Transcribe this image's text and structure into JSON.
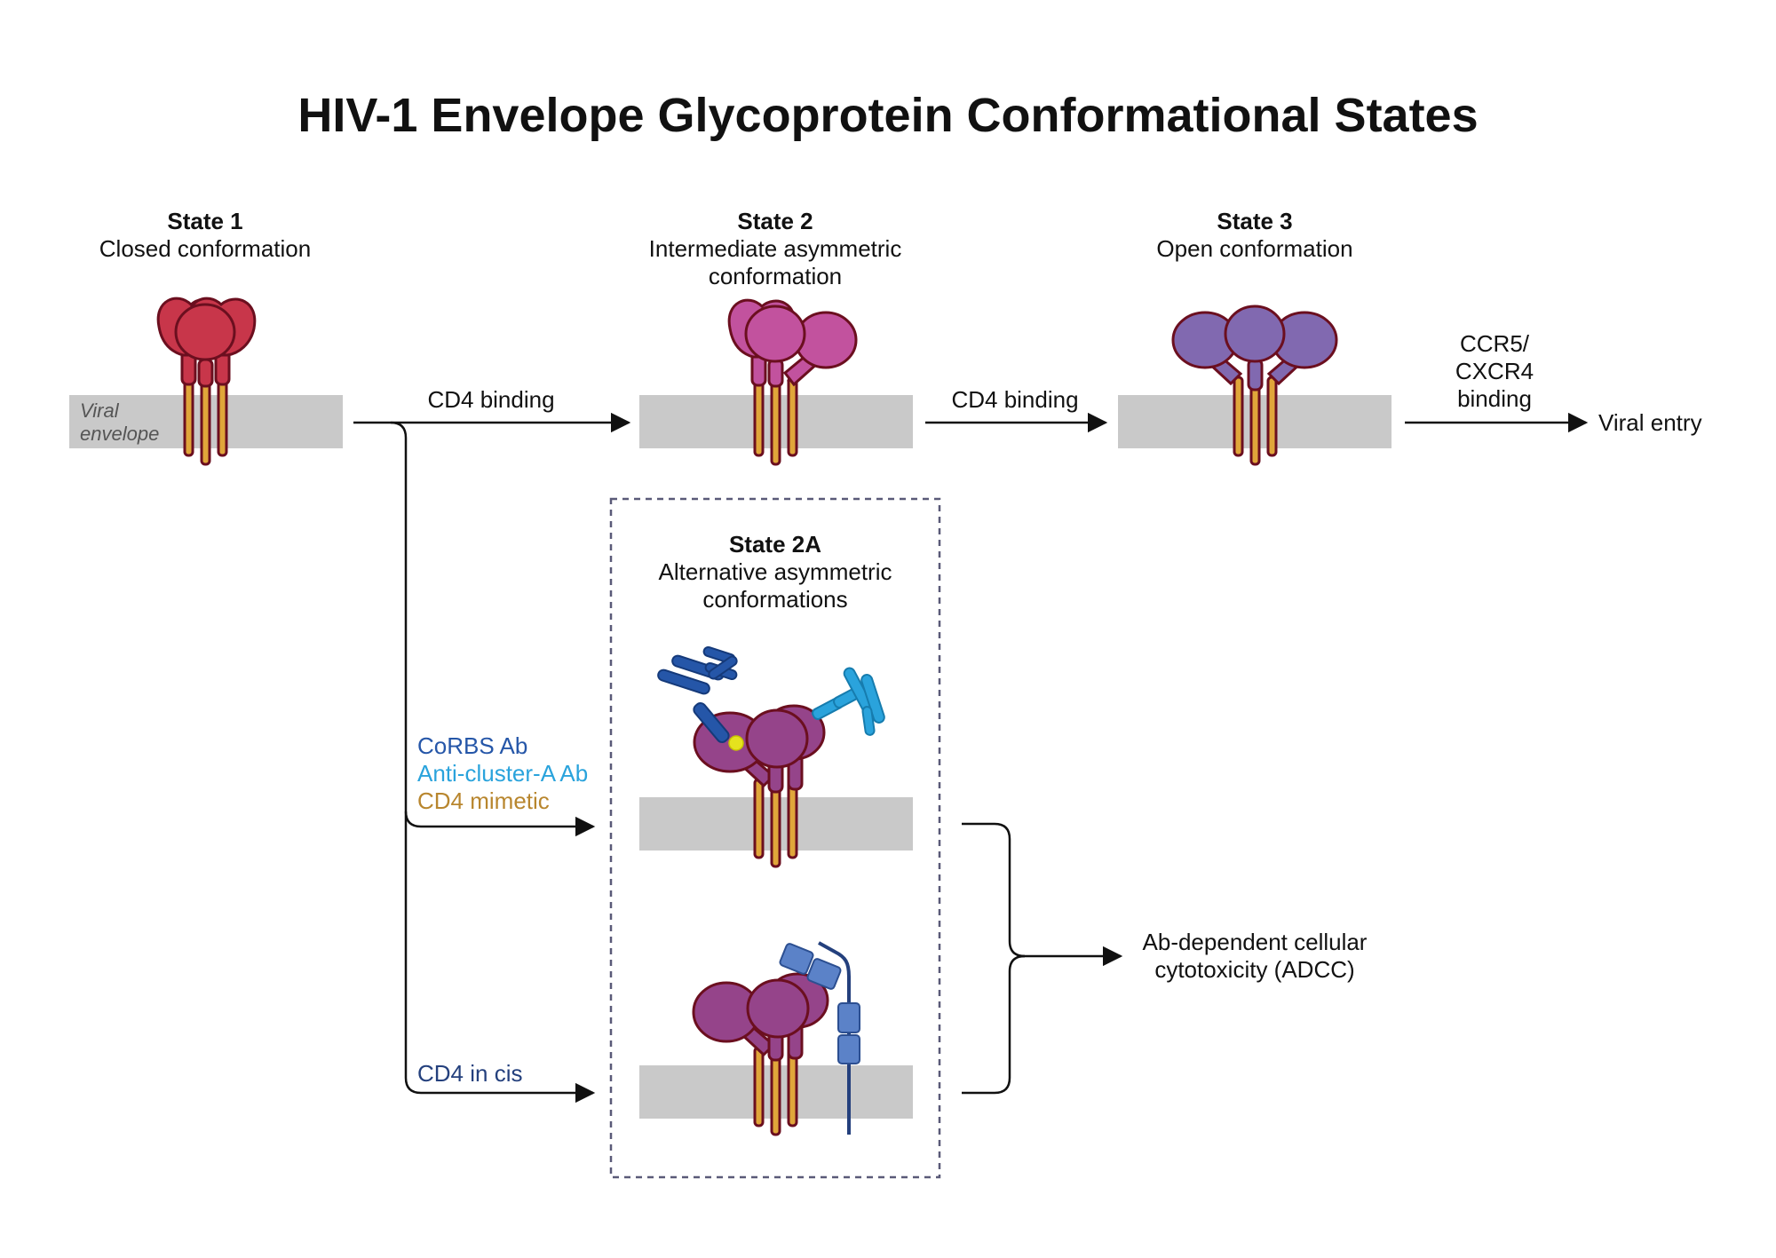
{
  "title": "HIV-1 Envelope Glycoprotein Conformational States",
  "states": {
    "state1": {
      "name": "State 1",
      "desc": "Closed conformation"
    },
    "state2": {
      "name": "State 2",
      "desc_line1": "Intermediate asymmetric",
      "desc_line2": "conformation"
    },
    "state3": {
      "name": "State 3",
      "desc": "Open conformation"
    },
    "state2a": {
      "name": "State 2A",
      "desc_line1": "Alternative asymmetric",
      "desc_line2": "conformations"
    }
  },
  "membrane_label": {
    "line1": "Viral",
    "line2": "envelope"
  },
  "arrows": {
    "cd4_binding_1": "CD4 binding",
    "cd4_binding_2": "CD4 binding",
    "coreceptor_line1": "CCR5/",
    "coreceptor_line2": "CXCR4",
    "coreceptor_line3": "binding",
    "viral_entry": "Viral entry",
    "corbs_ab": "CoRBS Ab",
    "anti_cluster_a": "Anti-cluster-A Ab",
    "cd4_mimetic": "CD4 mimetic",
    "cd4_in_cis": "CD4 in cis",
    "adcc_line1": "Ab-dependent cellular",
    "adcc_line2": "cytotoxicity (ADCC)"
  },
  "colors": {
    "state1_env": "#c8364a",
    "state2_env": "#c2529e",
    "state3_env": "#8169b0",
    "state2a_env": "#95448a",
    "outline": "#6b0f1f",
    "stalk_fill": "#e0a63a",
    "membrane": "#c9c9c9",
    "corbs_ab": "#2556a8",
    "anti_cluster_a": "#2aa3dc",
    "cd4_mimetic": "#b8862e",
    "cd4_in_cis": "#24407d",
    "cd4_receptor": "#5b82c8"
  }
}
